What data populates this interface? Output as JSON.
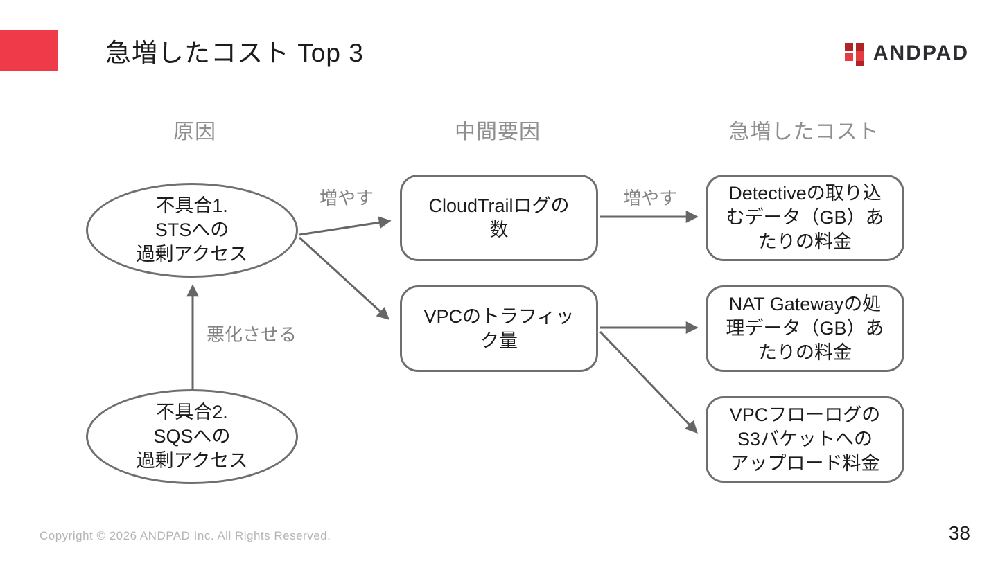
{
  "header": {
    "title": "急増したコスト Top 3",
    "logo_text": "ANDPAD",
    "logo_icon": "andpad-mark-icon"
  },
  "colors": {
    "accent_red": "#ee3a49",
    "logo_red_bright": "#e53c44",
    "logo_red_dark": "#b22328",
    "diagram_stroke": "#666666",
    "node_border": "#6f6f6f",
    "muted_text": "#8f8f8f",
    "footer_text": "#b5b5b5"
  },
  "columns": [
    {
      "label": "原因"
    },
    {
      "label": "中間要因"
    },
    {
      "label": "急増したコスト"
    }
  ],
  "nodes": {
    "cause1": {
      "shape": "ellipse",
      "label": "不具合1.\nSTSへの\n過剰アクセス"
    },
    "cause2": {
      "shape": "ellipse",
      "label": "不具合2.\nSQSへの\n過剰アクセス"
    },
    "intermediate1": {
      "shape": "rounded-rect",
      "label": "CloudTrailログの\n数"
    },
    "intermediate2": {
      "shape": "rounded-rect",
      "label": "VPCのトラフィッ\nク量"
    },
    "cost1": {
      "shape": "rounded-rect",
      "label": "Detectiveの取り込\nむデータ（GB）あ\nたりの料金"
    },
    "cost2": {
      "shape": "rounded-rect",
      "label": "NAT Gatewayの処\n理データ（GB）あ\nたりの料金"
    },
    "cost3": {
      "shape": "rounded-rect",
      "label": "VPCフローログの\nS3バケットへの\nアップロード料金"
    }
  },
  "edges": [
    {
      "from": "cause1",
      "to": "intermediate1",
      "label": "増やす"
    },
    {
      "from": "cause1",
      "to": "intermediate2",
      "label": ""
    },
    {
      "from": "intermediate1",
      "to": "cost1",
      "label": "増やす"
    },
    {
      "from": "intermediate2",
      "to": "cost2",
      "label": ""
    },
    {
      "from": "intermediate2",
      "to": "cost3",
      "label": ""
    },
    {
      "from": "cause2",
      "to": "cause1",
      "label": "悪化させる"
    }
  ],
  "footer": {
    "copyright": "Copyright © 2026 ANDPAD Inc. All Rights Reserved.",
    "page_number": "38"
  }
}
